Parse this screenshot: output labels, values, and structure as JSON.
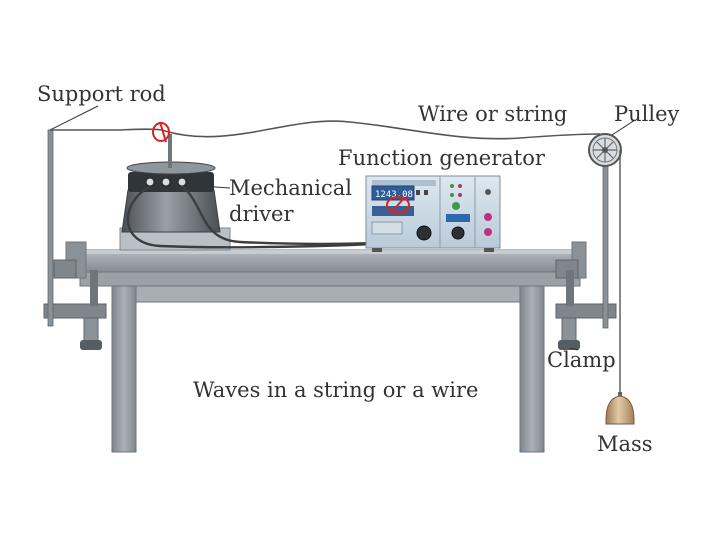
{
  "labels": {
    "support_rod": "Support rod",
    "wire": "Wire or string",
    "pulley": "Pulley",
    "function_generator": "Function generator",
    "mechanical_driver_line1": "Mechanical",
    "mechanical_driver_line2": "driver",
    "clamp": "Clamp",
    "mass": "Mass",
    "caption": "Waves in a string or a wire"
  },
  "function_generator": {
    "display_value": "1243.08"
  },
  "colors": {
    "table_top": "#8e979d",
    "table_leg": "#9aa2a8",
    "table_dark": "#6e767c",
    "wire": "#555555",
    "generator_body": "#c8d7e3",
    "lcd": "#3a6aa6",
    "highlight": "#e02020",
    "mass": "#c8a880"
  }
}
